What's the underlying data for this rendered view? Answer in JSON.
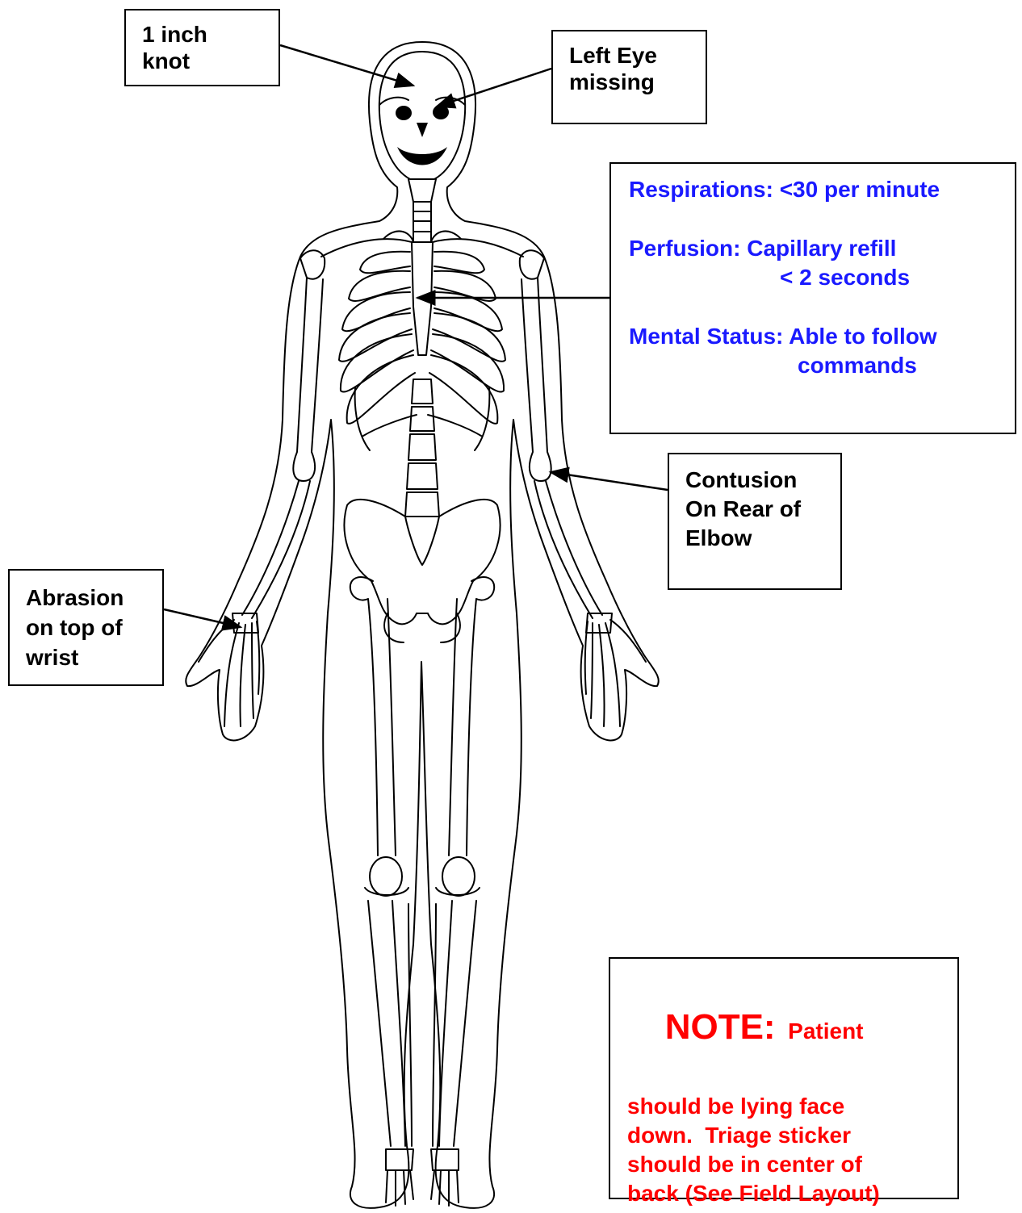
{
  "annotations": {
    "head_injury": [
      "1 inch",
      "knot"
    ],
    "eye_injury": [
      "Left Eye",
      "missing"
    ],
    "elbow_injury": [
      "Contusion",
      "On Rear of",
      "Elbow"
    ],
    "wrist_injury": [
      "Abrasion",
      "on top of",
      "wrist"
    ]
  },
  "vitals": {
    "respirations": "Respirations: <30 per minute",
    "perfusion_line1": "Perfusion: Capillary refill",
    "perfusion_line2": "< 2 seconds",
    "mental_line1": "Mental Status: Able to follow",
    "mental_line2": "commands"
  },
  "note": {
    "heading": "NOTE:",
    "line1": "Patient",
    "lines": [
      "should be lying face",
      "down.  Triage sticker",
      "should be in center of",
      "back (See Field Layout)"
    ]
  },
  "colors": {
    "vitals_text": "#1a1aff",
    "note_text": "#ff0000",
    "label_text": "#000000"
  },
  "figure": "human skeleton line drawing, front view"
}
